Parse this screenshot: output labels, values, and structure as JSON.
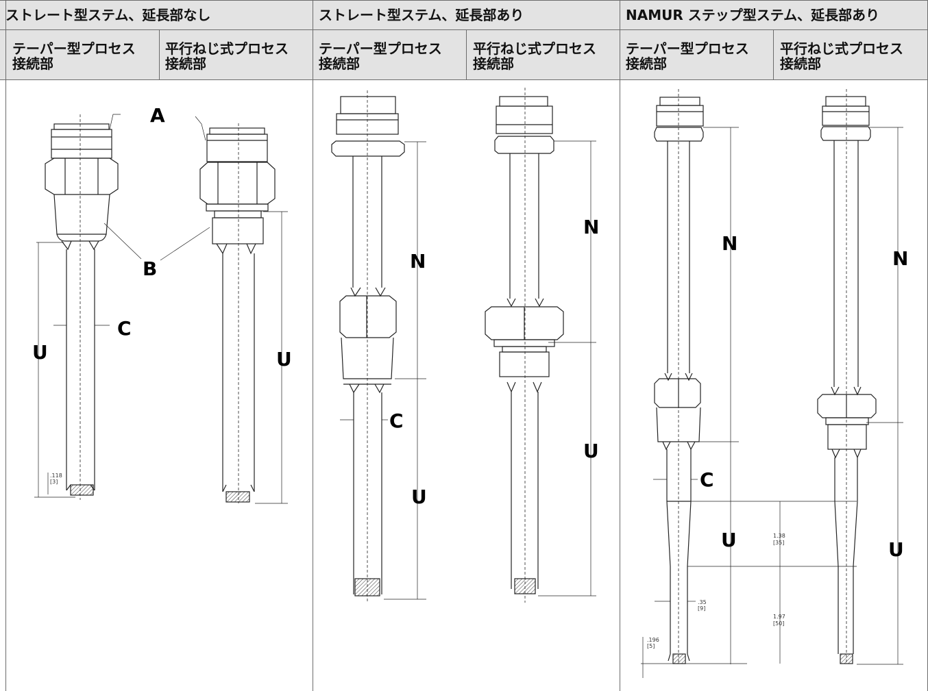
{
  "table": {
    "headers": [
      "ストレート型ステム、延長部なし",
      "ストレート型ステム、延長部あり",
      "NAMUR ステップ型ステム、延長部あり"
    ],
    "subheaders": [
      "テーパー型プロセス\n接続部",
      "平行ねじ式プロセス\n接続部",
      "テーパー型プロセス\n接続部",
      "平行ねじ式プロセス\n接続部",
      "テーパー型プロセス\n接続部",
      "平行ねじ式プロセス\n接続部"
    ]
  },
  "labels": {
    "A": "A",
    "B": "B",
    "C": "C",
    "U": "U",
    "N": "N"
  },
  "dims": {
    "tip1": ".118",
    "tip1mm": "[3]",
    "tip3": ".196",
    "tip3mm": "[5]",
    "d135": "1.38",
    "d135mm": "[35]",
    "d197": "1.97",
    "d197mm": "[50]",
    "d35": ".35",
    "d35mm": "[9]"
  },
  "colors": {
    "header_bg": "#e3e3e3",
    "grid": "#6b6b6b",
    "line": "#222222"
  }
}
